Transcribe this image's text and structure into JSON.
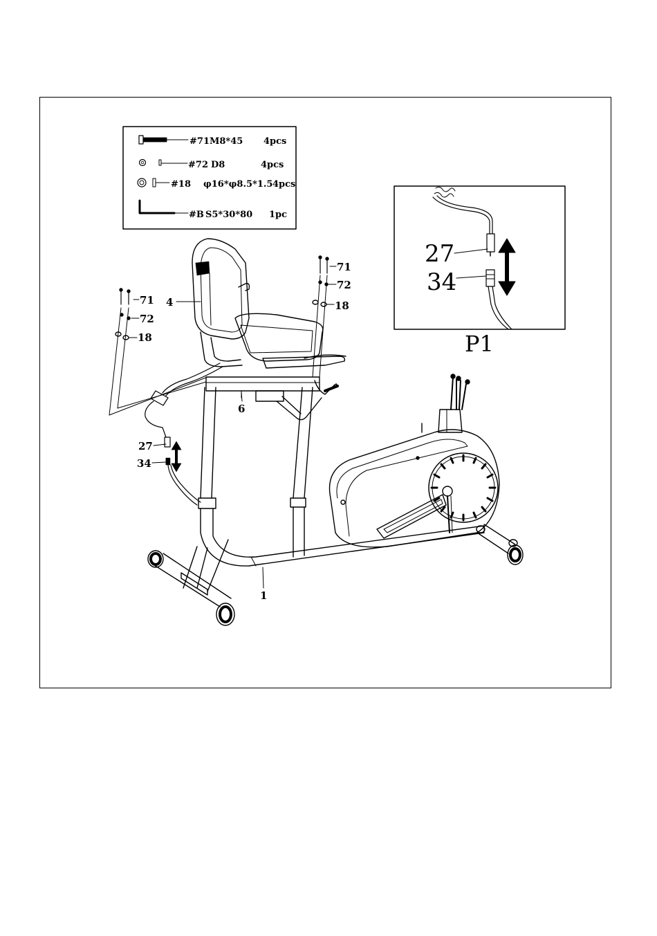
{
  "parts_list": [
    {
      "part": "#71",
      "spec": "M8*45",
      "qty": "4pcs",
      "icon": "bolt-icon"
    },
    {
      "part": "#72",
      "spec": "D8",
      "qty": "4pcs",
      "icon": "spring-washer-icon"
    },
    {
      "part": "#18",
      "spec": "φ16*φ8.5*1.5",
      "qty": "4pcs",
      "icon": "flat-washer-icon"
    },
    {
      "part": "#B",
      "spec": "S5*30*80",
      "qty": "1pc",
      "icon": "allen-key-icon"
    }
  ],
  "callouts": {
    "bolt_left": "71",
    "spring_washer_left": "72",
    "washer_left": "18",
    "bolt_right": "71",
    "spring_washer_right": "72",
    "washer_right": "18",
    "seat": "4",
    "seat_slider": "6",
    "main_frame": "1",
    "upper_cable": "27",
    "lower_cable": "34"
  },
  "detail": {
    "label": "P1",
    "upper_cable": "27",
    "lower_cable": "34"
  }
}
